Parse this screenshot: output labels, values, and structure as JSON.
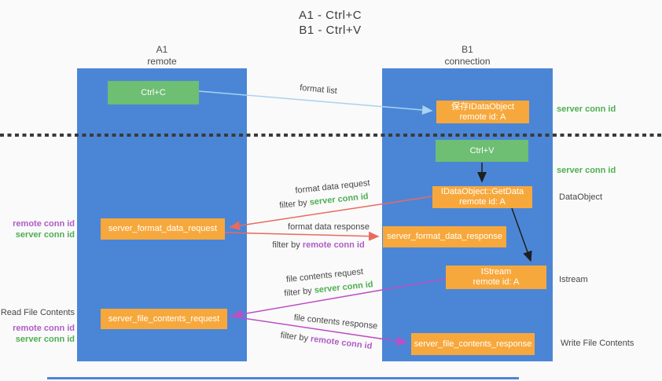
{
  "title": {
    "line1": "A1 - Ctrl+C",
    "line2": "B1 - Ctrl+V"
  },
  "lanes": {
    "a1": {
      "name": "A1",
      "subtitle": "remote"
    },
    "b1": {
      "name": "B1",
      "subtitle": "connection"
    }
  },
  "nodes": {
    "ctrl_c": {
      "label": "Ctrl+C"
    },
    "save_idataobject": {
      "line1": "保存IDataObject",
      "line2": "remote id: A"
    },
    "ctrl_v": {
      "label": "Ctrl+V"
    },
    "getdata": {
      "line1": "IDataObject::GetData",
      "line2": "remote id: A"
    },
    "format_request": {
      "label": "server_format_data_request"
    },
    "format_response": {
      "label": "server_format_data_response"
    },
    "istream": {
      "line1": "IStream",
      "line2": "remote id: A"
    },
    "file_request": {
      "label": "server_file_contents_request"
    },
    "file_response": {
      "label": "server_file_contents_response"
    }
  },
  "arrow_labels": {
    "format_list": {
      "text": "format list"
    },
    "format_request": {
      "text": "format data request",
      "filter_prefix": "filter by ",
      "filter_value": "server conn id"
    },
    "format_response": {
      "text": "format data response",
      "filter_prefix": "filter by ",
      "filter_value": "remote conn id"
    },
    "file_request": {
      "text": "file contents request",
      "filter_prefix": "filter by ",
      "filter_value": "server conn id"
    },
    "file_response": {
      "text": "file contents response",
      "filter_prefix": "filter by ",
      "filter_value": "remote conn id"
    }
  },
  "side_labels": {
    "server_conn_top": "server conn id",
    "server_conn_mid": "server conn id",
    "dataobject": "DataObject",
    "istream": "Istream",
    "write_file": "Write File Contents",
    "read_file": "Read File Contents",
    "left_remote_1": "remote conn id",
    "left_server_1": "server conn id",
    "left_remote_2": "remote conn id",
    "left_server_2": "server conn id"
  },
  "colors": {
    "lane_blue": "#4b86d6",
    "node_green": "#6ebe73",
    "node_orange": "#f7a83c",
    "text_green": "#4eae52",
    "text_purple": "#b05cc6",
    "arrow_red": "#e96a5f",
    "arrow_magenta": "#bb4fc4",
    "arrow_lightblue": "#a9d3ee",
    "arrow_black": "#1f1f1f"
  }
}
